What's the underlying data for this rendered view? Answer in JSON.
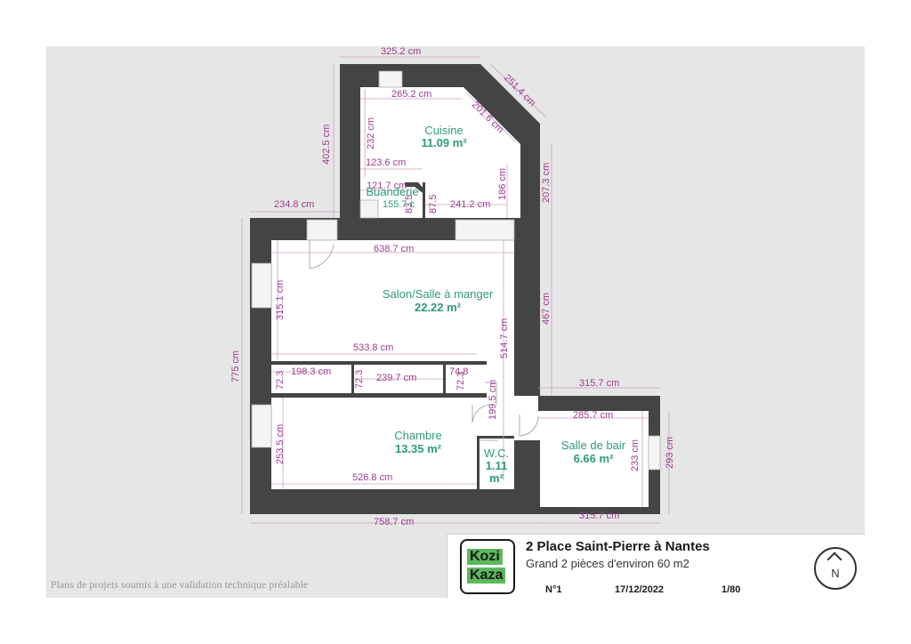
{
  "rooms": {
    "cuisine": {
      "name": "Cuisine",
      "area": "11.09 m²"
    },
    "buanderie": {
      "name": "Buanderie",
      "area": "155.7 c"
    },
    "salon": {
      "name": "Salon/Salle à manger",
      "area": "22.22 m²"
    },
    "chambre": {
      "name": "Chambre",
      "area": "13.35 m²"
    },
    "wc": {
      "name": "W.C.",
      "area": "1.11",
      "area2": "m²"
    },
    "sdb": {
      "name": "Salle de bair",
      "area": "6.66 m²"
    }
  },
  "dimensions": {
    "top_325": "325.2 cm",
    "diag_251": "251.4 cm",
    "cuisine_265": "265.2 cm",
    "cuisine_201": "201.6 cm",
    "cuisine_232": "232 cm",
    "left_402": "402.5 cm",
    "right_207": "207.3 cm",
    "cuisine_186": "186 cm",
    "buan_123": "123.6 cm",
    "buan_121": "121.7 cm",
    "buan_83": "83.5",
    "buan_87": "87.5",
    "cuisine_241": "241.2 cm",
    "left_234": "234.8 cm",
    "salon_638": "638.7 cm",
    "salon_315": "315.1 cm",
    "right_467": "467 cm",
    "salon_514": "514.7 cm",
    "salon_533": "533.8 cm",
    "left_775": "775 cm",
    "c_198": "198.3 cm",
    "c_72a": "72.3",
    "c_72b": "72.3",
    "c_239": "239.7 cm",
    "c_74": "74.8",
    "c_72c": "72.3",
    "c_199": "199.5 cm",
    "sdb_315_top": "315.7 cm",
    "sdb_285": "285.7 cm",
    "chambre_253": "253.5 cm",
    "sdb_233": "233 cm",
    "sdb_293": "293 cm",
    "chambre_526": "526.8 cm",
    "bottom_758": "758.7 cm",
    "sdb_315_bottom": "315.7 cm"
  },
  "title_block": {
    "logo_line1": "Kozi",
    "logo_line2": "Kaza",
    "title": "2 Place Saint-Pierre à Nantes",
    "subtitle": "Grand 2 pièces d'environ 60 m2",
    "number": "N°1",
    "date": "17/12/2022",
    "scale": "1/80",
    "compass_label": "N"
  },
  "disclaimer": "Plans de projets soumis à une validation technique préalable",
  "colors": {
    "wall": "#444444",
    "background": "#e6e6e6",
    "dimension": "#9b3d8f",
    "room_label": "#2f9a7a"
  }
}
